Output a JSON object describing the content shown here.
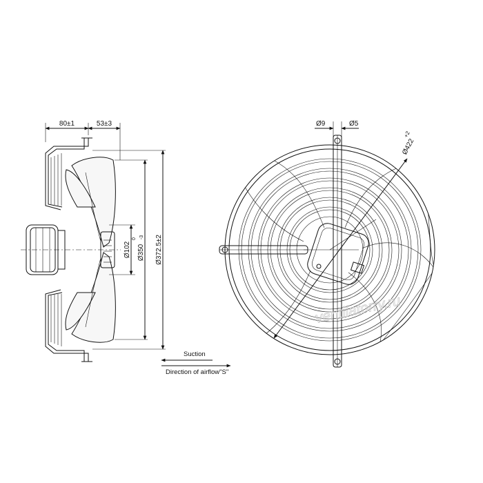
{
  "side_view": {
    "dim_depth_total": "80±1",
    "dim_depth_front": "53±3",
    "dim_hub_diameter": "Ø102",
    "dim_fan_diameter": "Ø350",
    "dim_fan_tol_upper": "0",
    "dim_fan_tol_lower": "-3",
    "dim_ring_diameter": "Ø372.5±2",
    "label_suction": "Suction",
    "label_airflow": "Direction of airflow\"S\""
  },
  "front_view": {
    "dim_hole_outer": "Ø9",
    "dim_hole_inner": "Ø5",
    "dim_bolt_circle": "Ø422",
    "dim_bolt_tol": "+2"
  },
  "watermark": "ventilatorry.ru"
}
